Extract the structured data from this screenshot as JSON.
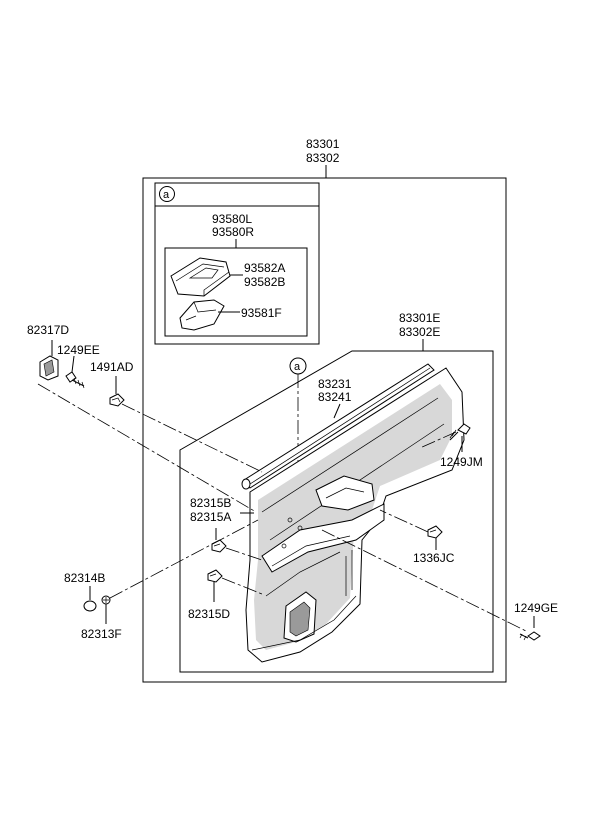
{
  "labels": {
    "panel_assy_1": "83301",
    "panel_assy_2": "83302",
    "callout_letter": "a",
    "switch_assy_1": "93580L",
    "switch_assy_2": "93580R",
    "switch_cover_1": "93582A",
    "switch_cover_2": "93582B",
    "switch_knob": "93581F",
    "panel_sub_1": "83301E",
    "panel_sub_2": "83302E",
    "handle_left": "82317D",
    "screw_left": "1249EE",
    "clip_left": "1491AD",
    "weatherstrip_1": "83231",
    "weatherstrip_2": "83241",
    "screw_right_upper": "1249JM",
    "trim_cover_1": "82315B",
    "trim_cover_2": "82315A",
    "nut_right": "1336JC",
    "cap": "82314B",
    "screw_lower_left": "82313F",
    "fastener_lower": "82315D",
    "screw_right_lower": "1249GE"
  }
}
